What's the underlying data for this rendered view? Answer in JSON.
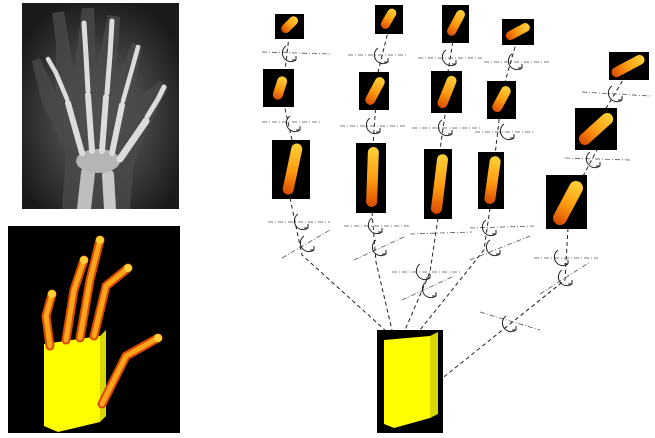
{
  "figure": {
    "panels": [
      {
        "id": "xray",
        "kind": "photograph",
        "subject": "hand-x-ray"
      },
      {
        "id": "model",
        "kind": "render",
        "subject": "3d-hand-model"
      },
      {
        "id": "kinematic-tree",
        "kind": "diagram",
        "subject": "hand-kinematic-chain"
      }
    ]
  },
  "colors": {
    "background": "#ffffff",
    "tile_background": "#000000",
    "bone_fill": "#ff9a10",
    "bone_highlight": "#ffd23a",
    "bone_edge": "#d94a00",
    "palm_fill": "#ffff00",
    "palm_shade": "#d8d800",
    "link_line": "#222222",
    "axis_line": "#555555"
  },
  "kinematic_tree": {
    "root": "palm",
    "chains": [
      {
        "name": "finger-1",
        "segments": 3,
        "joints": [
          2,
          1,
          1
        ]
      },
      {
        "name": "finger-2",
        "segments": 3,
        "joints": [
          2,
          1,
          1
        ]
      },
      {
        "name": "finger-3",
        "segments": 3,
        "joints": [
          2,
          1,
          1
        ]
      },
      {
        "name": "finger-4",
        "segments": 3,
        "joints": [
          2,
          1,
          1
        ]
      },
      {
        "name": "thumb",
        "segments": 3,
        "joints": [
          2,
          1,
          1
        ]
      }
    ]
  }
}
